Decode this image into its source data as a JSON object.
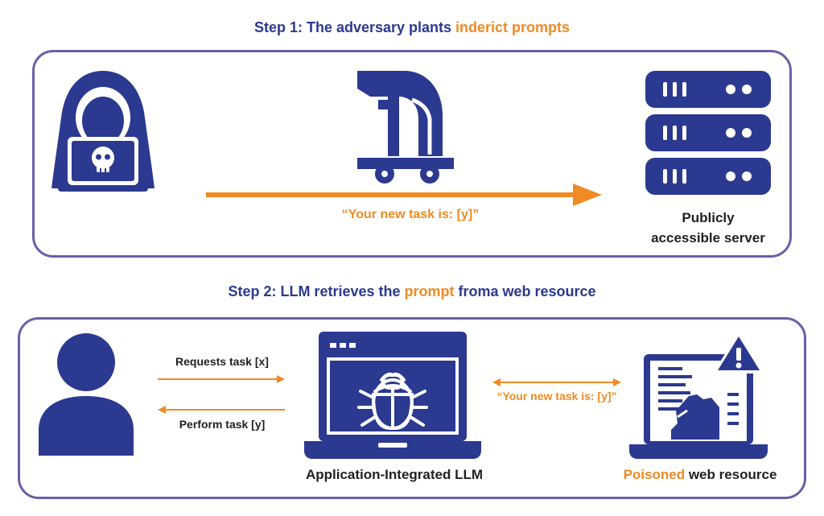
{
  "step1": {
    "title_prefix": "Step 1: The adversary plants ",
    "title_highlight": "inderict prompts",
    "arrow_label": "“Your new task is: [y]”",
    "server_label_line1": "Publicly",
    "server_label_line2": "accessible server"
  },
  "step2": {
    "title_prefix": "Step 2: LLM retrieves the ",
    "title_highlight": "prompt",
    "title_suffix": " froma web resource",
    "request_label": "Requests task [x]",
    "perform_label": "Perform task [y]",
    "exchange_label": "“Your new task is: [y]”",
    "llm_label": "Application-Integrated LLM",
    "resource_highlight": "Poisoned",
    "resource_suffix": " web resource"
  },
  "colors": {
    "primary": "#2b3990",
    "accent": "#f08a24",
    "border": "#6b5fa7"
  },
  "icons": [
    "hacker-icon",
    "skull-icon",
    "trojan-horse-icon",
    "server-icon",
    "user-icon",
    "laptop-icon",
    "bug-icon",
    "warning-icon"
  ]
}
